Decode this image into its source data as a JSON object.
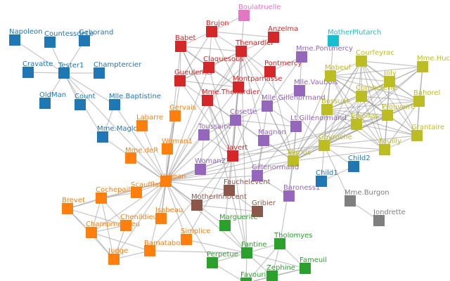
{
  "groups": {
    "blue": "#1f77b4",
    "orange": "#ff7f0e",
    "green": "#2ca02c",
    "red": "#d62728",
    "purple": "#9467bd",
    "brown": "#8c564b",
    "pink": "#e377c2",
    "gray": "#7f7f7f",
    "olive": "#bcbd22",
    "cyan": "#17becf"
  },
  "nodes": [
    {
      "id": "Napoleon",
      "label": "Napoleon",
      "group": "blue"
    },
    {
      "id": "CountessdeLo",
      "label": "CountessdeLo",
      "group": "blue"
    },
    {
      "id": "Geborand",
      "label": "Geborand",
      "group": "blue"
    },
    {
      "id": "Cravatte",
      "label": "Cravatte",
      "group": "blue"
    },
    {
      "id": "Tester1",
      "label": "Tester1",
      "group": "blue"
    },
    {
      "id": "Champtercier",
      "label": "Champtercier",
      "group": "blue"
    },
    {
      "id": "OldMan",
      "label": "OldMan",
      "group": "blue"
    },
    {
      "id": "Count",
      "label": "Count",
      "group": "blue"
    },
    {
      "id": "Mlle.Baptistine",
      "label": "Mlle.Baptistine",
      "group": "blue"
    },
    {
      "id": "Mme.Magloire",
      "label": "Mme.Maglo",
      "group": "blue"
    },
    {
      "id": "Labarre",
      "label": "Labarre",
      "group": "orange"
    },
    {
      "id": "Gervais",
      "label": "Gervais",
      "group": "orange"
    },
    {
      "id": "Woman1",
      "label": "Woman1",
      "group": "orange"
    },
    {
      "id": "Mme.deR",
      "label": "Mme.deR",
      "group": "orange"
    },
    {
      "id": "Valjean",
      "label": "Valjean",
      "group": "orange"
    },
    {
      "id": "Cochepaille",
      "label": "Cochepaill",
      "group": "orange"
    },
    {
      "id": "Scaufflaire",
      "label": "Scaufflaire",
      "group": "orange"
    },
    {
      "id": "Brevet",
      "label": "Brevet",
      "group": "orange"
    },
    {
      "id": "Chenildieu",
      "label": "Chenildieu",
      "group": "orange"
    },
    {
      "id": "Isabeau",
      "label": "Isabeau",
      "group": "orange"
    },
    {
      "id": "Champmathieu",
      "label": "Champmathieu",
      "group": "orange"
    },
    {
      "id": "Simplice",
      "label": "Simplice",
      "group": "orange"
    },
    {
      "id": "Bamatabois",
      "label": "Bamatabois",
      "group": "orange"
    },
    {
      "id": "Judge",
      "label": "Judge",
      "group": "orange"
    },
    {
      "id": "Boulatruelle",
      "label": "Boulatruelle",
      "group": "pink"
    },
    {
      "id": "Babet",
      "label": "Babet",
      "group": "red"
    },
    {
      "id": "Brujon",
      "label": "Brujon",
      "group": "red"
    },
    {
      "id": "Anzelma",
      "label": "Anzelma",
      "group": "red"
    },
    {
      "id": "Thenardier",
      "label": "Thenardier",
      "group": "red"
    },
    {
      "id": "Claquesous",
      "label": "Claquesous",
      "group": "red"
    },
    {
      "id": "Pontmercy",
      "label": "Pontmercy",
      "group": "red"
    },
    {
      "id": "Gueulemer",
      "label": "Gueulemer",
      "group": "red"
    },
    {
      "id": "Montparnasse",
      "label": "Montparnasse",
      "group": "red"
    },
    {
      "id": "Mme.Thenardier",
      "label": "Mme.Thenardier",
      "group": "red"
    },
    {
      "id": "Javert",
      "label": "Javert",
      "group": "red"
    },
    {
      "id": "MotherPlutarch",
      "label": "MotherPlutarch",
      "group": "cyan"
    },
    {
      "id": "Mme.Pontmercy",
      "label": "Mme.Pontmercy",
      "group": "purple"
    },
    {
      "id": "Mlle.Vaubois",
      "label": "Mlle.Vaubois",
      "group": "purple"
    },
    {
      "id": "Mlle.Gillenormand",
      "label": "Mlle.Gillenormand",
      "group": "purple"
    },
    {
      "id": "Lt.Gillenormand",
      "label": "Lt.Gillenormand",
      "group": "purple"
    },
    {
      "id": "Cosette",
      "label": "Cosette",
      "group": "purple"
    },
    {
      "id": "Toussaint",
      "label": "Toussaint",
      "group": "purple"
    },
    {
      "id": "Magnon",
      "label": "Magnon",
      "group": "purple"
    },
    {
      "id": "Marius",
      "label": "Marius",
      "group": "olive"
    },
    {
      "id": "Woman2",
      "label": "Woman2",
      "group": "purple"
    },
    {
      "id": "Gillenormand",
      "label": "Gillenormand",
      "group": "purple"
    },
    {
      "id": "Baroness",
      "label": "Baroness1",
      "group": "purple"
    },
    {
      "id": "Fauchelevent",
      "label": "Fauchelevent",
      "group": "brown"
    },
    {
      "id": "MotherInnocent",
      "label": "MotherInnocent",
      "group": "brown"
    },
    {
      "id": "Gribier",
      "label": "Gribier",
      "group": "brown"
    },
    {
      "id": "Marguerite",
      "label": "Marguerite",
      "group": "green"
    },
    {
      "id": "Tholomyes",
      "label": "Tholomyes",
      "group": "green"
    },
    {
      "id": "Fantine",
      "label": "Fantine",
      "group": "green"
    },
    {
      "id": "Perpetue",
      "label": "Perpetue",
      "group": "green"
    },
    {
      "id": "Fameuil",
      "label": "Fameuil",
      "group": "green"
    },
    {
      "id": "Zephine",
      "label": "Zephine",
      "group": "green"
    },
    {
      "id": "Favourite",
      "label": "Favourite",
      "group": "green"
    },
    {
      "id": "Child1",
      "label": "Child1",
      "group": "blue"
    },
    {
      "id": "Child2",
      "label": "Child2",
      "group": "blue"
    },
    {
      "id": "Mme.Burgon",
      "label": "Mme.Burgon",
      "group": "gray"
    },
    {
      "id": "Jondrette",
      "label": "Jondrette",
      "group": "gray"
    },
    {
      "id": "Courfeyrac",
      "label": "Courfeyrac",
      "group": "olive"
    },
    {
      "id": "Mme.Hucheloup",
      "label": "Mme.Huch",
      "group": "olive"
    },
    {
      "id": "Mabeuf",
      "label": "Mabeuf",
      "group": "olive"
    },
    {
      "id": "Joly",
      "label": "Joly",
      "group": "olive"
    },
    {
      "id": "Combeferre",
      "label": "Combeferre",
      "group": "olive"
    },
    {
      "id": "Bahorel",
      "label": "Bahorel",
      "group": "olive"
    },
    {
      "id": "Bossuet",
      "label": "Bossuet",
      "group": "olive"
    },
    {
      "id": "Prouvaire",
      "label": "Prouvaire",
      "group": "olive"
    },
    {
      "id": "Enjolras",
      "label": "Enjolras",
      "group": "olive"
    },
    {
      "id": "Grantaire",
      "label": "Grantaire",
      "group": "olive"
    },
    {
      "id": "Feuilly",
      "label": "Feuilly",
      "group": "olive"
    },
    {
      "id": "Gavroche",
      "label": "Gavroche",
      "group": "olive"
    }
  ],
  "links": [
    [
      "Napoleon",
      "Tester1"
    ],
    [
      "CountessdeLo",
      "Tester1"
    ],
    [
      "Geborand",
      "Tester1"
    ],
    [
      "Cravatte",
      "Tester1"
    ],
    [
      "Champtercier",
      "Tester1"
    ],
    [
      "OldMan",
      "Tester1"
    ],
    [
      "Count",
      "Tester1"
    ],
    [
      "Mlle.Baptistine",
      "Tester1"
    ],
    [
      "Mme.Magloire",
      "Tester1"
    ],
    [
      "Mlle.Baptistine",
      "Mme.Magloire"
    ],
    [
      "Valjean",
      "Tester1"
    ],
    [
      "Valjean",
      "Mlle.Baptistine"
    ],
    [
      "Valjean",
      "Mme.Magloire"
    ],
    [
      "Valjean",
      "Labarre"
    ],
    [
      "Valjean",
      "Gervais"
    ],
    [
      "Valjean",
      "Woman1"
    ],
    [
      "Valjean",
      "Mme.deR"
    ],
    [
      "Valjean",
      "Cochepaille"
    ],
    [
      "Valjean",
      "Scaufflaire"
    ],
    [
      "Valjean",
      "Brevet"
    ],
    [
      "Valjean",
      "Chenildieu"
    ],
    [
      "Valjean",
      "Isabeau"
    ],
    [
      "Valjean",
      "Champmathieu"
    ],
    [
      "Valjean",
      "Simplice"
    ],
    [
      "Valjean",
      "Bamatabois"
    ],
    [
      "Valjean",
      "Judge"
    ],
    [
      "Valjean",
      "Javert"
    ],
    [
      "Valjean",
      "Cosette"
    ],
    [
      "Valjean",
      "Thenardier"
    ],
    [
      "Valjean",
      "Mme.Thenardier"
    ],
    [
      "Valjean",
      "Fauchelevent"
    ],
    [
      "Valjean",
      "Marius"
    ],
    [
      "Valjean",
      "Fantine"
    ],
    [
      "Valjean",
      "Gavroche"
    ],
    [
      "Valjean",
      "Gueulemer"
    ],
    [
      "Valjean",
      "Babet"
    ],
    [
      "Valjean",
      "Claquesous"
    ],
    [
      "Valjean",
      "Montparnasse"
    ],
    [
      "Valjean",
      "Toussaint"
    ],
    [
      "Valjean",
      "Woman2"
    ],
    [
      "Valjean",
      "MotherInnocent"
    ],
    [
      "Valjean",
      "Gillenormand"
    ],
    [
      "Valjean",
      "Enjolras"
    ],
    [
      "Brevet",
      "Cochepaille"
    ],
    [
      "Brevet",
      "Chenildieu"
    ],
    [
      "Brevet",
      "Champmathieu"
    ],
    [
      "Brevet",
      "Judge"
    ],
    [
      "Cochepaille",
      "Chenildieu"
    ],
    [
      "Cochepaille",
      "Champmathieu"
    ],
    [
      "Cochepaille",
      "Judge"
    ],
    [
      "Chenildieu",
      "Champmathieu"
    ],
    [
      "Chenildieu",
      "Judge"
    ],
    [
      "Champmathieu",
      "Judge"
    ],
    [
      "Champmathieu",
      "Bamatabois"
    ],
    [
      "Bamatabois",
      "Judge"
    ],
    [
      "Bamatabois",
      "Javert"
    ],
    [
      "Bamatabois",
      "Fantine"
    ],
    [
      "Simplice",
      "Fantine"
    ],
    [
      "Simplice",
      "Javert"
    ],
    [
      "Fantine",
      "Tholomyes"
    ],
    [
      "Fantine",
      "Marguerite"
    ],
    [
      "Fantine",
      "Perpetue"
    ],
    [
      "Fantine",
      "Fameuil"
    ],
    [
      "Fantine",
      "Zephine"
    ],
    [
      "Fantine",
      "Favourite"
    ],
    [
      "Fantine",
      "Javert"
    ],
    [
      "Fantine",
      "Thenardier"
    ],
    [
      "Fantine",
      "Mme.Thenardier"
    ],
    [
      "Tholomyes",
      "Fameuil"
    ],
    [
      "Tholomyes",
      "Zephine"
    ],
    [
      "Tholomyes",
      "Favourite"
    ],
    [
      "Fameuil",
      "Zephine"
    ],
    [
      "Fameuil",
      "Favourite"
    ],
    [
      "Zephine",
      "Favourite"
    ],
    [
      "Perpetue",
      "Favourite"
    ],
    [
      "Marguerite",
      "Thenardier"
    ],
    [
      "Thenardier",
      "Mme.Thenardier"
    ],
    [
      "Thenardier",
      "Babet"
    ],
    [
      "Thenardier",
      "Brujon"
    ],
    [
      "Thenardier",
      "Anzelma"
    ],
    [
      "Thenardier",
      "Claquesous"
    ],
    [
      "Thenardier",
      "Gueulemer"
    ],
    [
      "Thenardier",
      "Montparnasse"
    ],
    [
      "Thenardier",
      "Pontmercy"
    ],
    [
      "Thenardier",
      "Boulatruelle"
    ],
    [
      "Thenardier",
      "Javert"
    ],
    [
      "Thenardier",
      "Cosette"
    ],
    [
      "Thenardier",
      "Marius"
    ],
    [
      "Thenardier",
      "Gavroche"
    ],
    [
      "Thenardier",
      "Magnon"
    ],
    [
      "Babet",
      "Gueulemer"
    ],
    [
      "Babet",
      "Claquesous"
    ],
    [
      "Babet",
      "Montparnasse"
    ],
    [
      "Babet",
      "Brujon"
    ],
    [
      "Babet",
      "Javert"
    ],
    [
      "Gueulemer",
      "Claquesous"
    ],
    [
      "Gueulemer",
      "Montparnasse"
    ],
    [
      "Gueulemer",
      "Brujon"
    ],
    [
      "Gueulemer",
      "Javert"
    ],
    [
      "Claquesous",
      "Montparnasse"
    ],
    [
      "Claquesous",
      "Brujon"
    ],
    [
      "Claquesous",
      "Javert"
    ],
    [
      "Montparnasse",
      "Brujon"
    ],
    [
      "Montparnasse",
      "Javert"
    ],
    [
      "Brujon",
      "Anzelma"
    ],
    [
      "Brujon",
      "Boulatruelle"
    ],
    [
      "Anzelma",
      "Mme.Thenardier"
    ],
    [
      "Mme.Thenardier",
      "Javert"
    ],
    [
      "Mme.Thenardier",
      "Cosette"
    ],
    [
      "Mme.Thenardier",
      "Babet"
    ],
    [
      "Mme.Thenardier",
      "Gueulemer"
    ],
    [
      "Pontmercy",
      "Marius"
    ],
    [
      "Pontmercy",
      "Mme.Pontmercy"
    ],
    [
      "Pontmercy",
      "Javert"
    ],
    [
      "Javert",
      "Cosette"
    ],
    [
      "Javert",
      "Gavroche"
    ],
    [
      "Javert",
      "Enjolras"
    ],
    [
      "Javert",
      "Woman2"
    ],
    [
      "Javert",
      "Toussaint"
    ],
    [
      "Cosette",
      "Marius"
    ],
    [
      "Cosette",
      "Toussaint"
    ],
    [
      "Cosette",
      "Woman2"
    ],
    [
      "Cosette",
      "Gillenormand"
    ],
    [
      "Cosette",
      "Mlle.Gillenormand"
    ],
    [
      "Cosette",
      "Lt.Gillenormand"
    ],
    [
      "Fauchelevent",
      "MotherInnocent"
    ],
    [
      "Fauchelevent",
      "Gribier"
    ],
    [
      "Fauchelevent",
      "Javert"
    ],
    [
      "Marius",
      "Gillenormand"
    ],
    [
      "Marius",
      "Mlle.Gillenormand"
    ],
    [
      "Marius",
      "Lt.Gillenormand"
    ],
    [
      "Marius",
      "Baroness"
    ],
    [
      "Marius",
      "Mlle.Vaubois"
    ],
    [
      "Marius",
      "Courfeyrac"
    ],
    [
      "Marius",
      "Enjolras"
    ],
    [
      "Marius",
      "Combeferre"
    ],
    [
      "Marius",
      "Bossuet"
    ],
    [
      "Marius",
      "Joly"
    ],
    [
      "Marius",
      "Feuilly"
    ],
    [
      "Marius",
      "Gavroche"
    ],
    [
      "Marius",
      "Mabeuf"
    ],
    [
      "Marius",
      "Tholomyes"
    ],
    [
      "Marius",
      "Magnon"
    ],
    [
      "Marius",
      "Bahorel"
    ],
    [
      "Marius",
      "Prouvaire"
    ],
    [
      "Gillenormand",
      "Mlle.Gillenormand"
    ],
    [
      "Gillenormand",
      "Lt.Gillenormand"
    ],
    [
      "Gillenormand",
      "Magnon"
    ],
    [
      "Gillenormand",
      "Baroness"
    ],
    [
      "Mlle.Gillenormand",
      "Mlle.Vaubois"
    ],
    [
      "Mlle.Gillenormand",
      "Lt.Gillenormand"
    ],
    [
      "Mlle.Gillenormand",
      "Mme.Pontmercy"
    ],
    [
      "Gavroche",
      "Enjolras"
    ],
    [
      "Gavroche",
      "Courfeyrac"
    ],
    [
      "Gavroche",
      "Combeferre"
    ],
    [
      "Gavroche",
      "Bossuet"
    ],
    [
      "Gavroche",
      "Joly"
    ],
    [
      "Gavroche",
      "Feuilly"
    ],
    [
      "Gavroche",
      "Mabeuf"
    ],
    [
      "Gavroche",
      "Grantaire"
    ],
    [
      "Gavroche",
      "Bahorel"
    ],
    [
      "Gavroche",
      "Prouvaire"
    ],
    [
      "Gavroche",
      "Child1"
    ],
    [
      "Gavroche",
      "Child2"
    ],
    [
      "Gavroche",
      "Mme.Burgon"
    ],
    [
      "Gavroche",
      "Mme.Hucheloup"
    ],
    [
      "Child1",
      "Child2"
    ],
    [
      "Mme.Burgon",
      "Jondrette"
    ],
    [
      "Enjolras",
      "Courfeyrac"
    ],
    [
      "Enjolras",
      "Combeferre"
    ],
    [
      "Enjolras",
      "Bossuet"
    ],
    [
      "Enjolras",
      "Joly"
    ],
    [
      "Enjolras",
      "Feuilly"
    ],
    [
      "Enjolras",
      "Mabeuf"
    ],
    [
      "Enjolras",
      "Grantaire"
    ],
    [
      "Enjolras",
      "Bahorel"
    ],
    [
      "Enjolras",
      "Prouvaire"
    ],
    [
      "Enjolras",
      "Mme.Hucheloup"
    ],
    [
      "Courfeyrac",
      "Combeferre"
    ],
    [
      "Courfeyrac",
      "Bossuet"
    ],
    [
      "Courfeyrac",
      "Joly"
    ],
    [
      "Courfeyrac",
      "Feuilly"
    ],
    [
      "Courfeyrac",
      "Mabeuf"
    ],
    [
      "Courfeyrac",
      "Grantaire"
    ],
    [
      "Courfeyrac",
      "Bahorel"
    ],
    [
      "Courfeyrac",
      "Prouvaire"
    ],
    [
      "Courfeyrac",
      "Mme.Hucheloup"
    ],
    [
      "Combeferre",
      "Bossuet"
    ],
    [
      "Combeferre",
      "Joly"
    ],
    [
      "Combeferre",
      "Feuilly"
    ],
    [
      "Combeferre",
      "Mabeuf"
    ],
    [
      "Combeferre",
      "Grantaire"
    ],
    [
      "Combeferre",
      "Bahorel"
    ],
    [
      "Combeferre",
      "Prouvaire"
    ],
    [
      "Bossuet",
      "Joly"
    ],
    [
      "Bossuet",
      "Feuilly"
    ],
    [
      "Bossuet",
      "Mabeuf"
    ],
    [
      "Bossuet",
      "Grantaire"
    ],
    [
      "Bossuet",
      "Bahorel"
    ],
    [
      "Bossuet",
      "Prouvaire"
    ],
    [
      "Bossuet",
      "Mme.Hucheloup"
    ],
    [
      "Joly",
      "Feuilly"
    ],
    [
      "Joly",
      "Mabeuf"
    ],
    [
      "Joly",
      "Grantaire"
    ],
    [
      "Joly",
      "Bahorel"
    ],
    [
      "Joly",
      "Prouvaire"
    ],
    [
      "Joly",
      "Mme.Hucheloup"
    ],
    [
      "Feuilly",
      "Mabeuf"
    ],
    [
      "Feuilly",
      "Grantaire"
    ],
    [
      "Feuilly",
      "Bahorel"
    ],
    [
      "Feuilly",
      "Prouvaire"
    ],
    [
      "Mabeuf",
      "Prouvaire"
    ],
    [
      "Mabeuf",
      "Bahorel"
    ],
    [
      "Mabeuf",
      "Mme.Hucheloup"
    ],
    [
      "Mabeuf",
      "Mother Plutarch"
    ],
    [
      "Mabeuf",
      "MotherPlutarch"
    ],
    [
      "Grantaire",
      "Bahorel"
    ],
    [
      "Grantaire",
      "Prouvaire"
    ],
    [
      "Grantaire",
      "Mme.Hucheloup"
    ],
    [
      "Bahorel",
      "Prouvaire"
    ],
    [
      "Bahorel",
      "Mme.Hucheloup"
    ],
    [
      "Mme.Pontmercy",
      "Mlle.Vaubois"
    ],
    [
      "Magnon",
      "Mme.Thenardier"
    ],
    [
      "Toussaint",
      "Woman2"
    ],
    [
      "Isabeau",
      "Gervais"
    ],
    [
      "Scaufflaire",
      "Cochepaille"
    ],
    [
      "MotherInnocent",
      "Gribier"
    ],
    [
      "Valjean",
      "Marguerite"
    ],
    [
      "Valjean",
      "Perpetue"
    ],
    [
      "Gervais",
      "Woman1"
    ]
  ]
}
